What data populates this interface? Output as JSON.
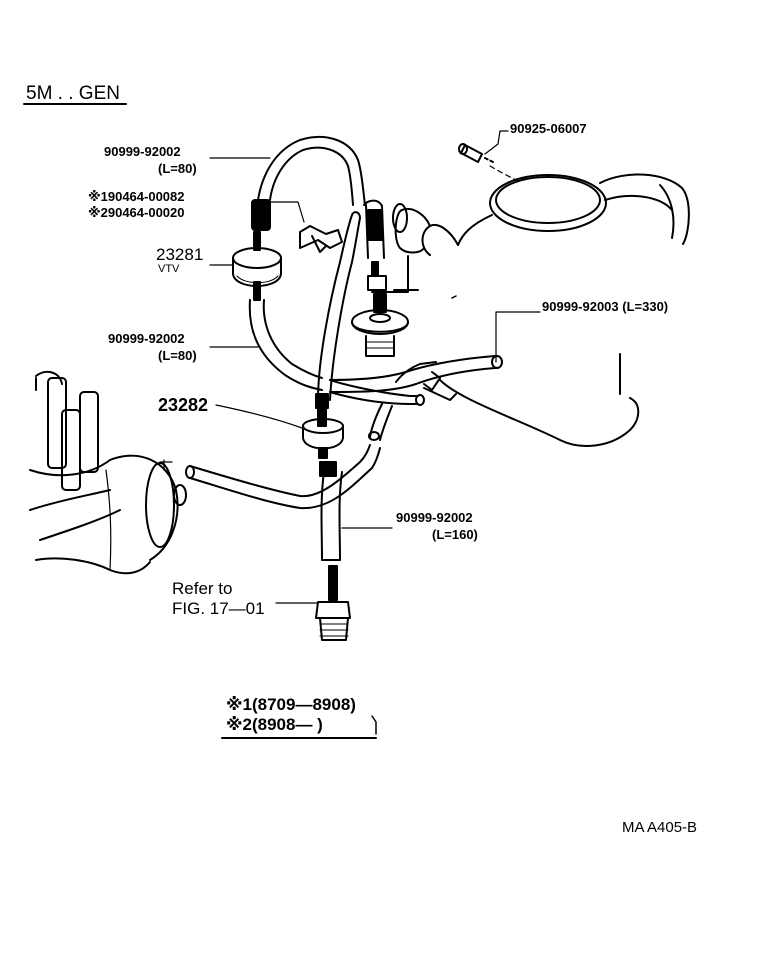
{
  "header": {
    "engine_label": "5M . . GEN"
  },
  "parts": {
    "hose_top": {
      "number": "90999-92002",
      "length": "(L=80)"
    },
    "plug": {
      "number": "90925-06007"
    },
    "clamp": {
      "number_1": "※190464-00082",
      "number_2": "※290464-00020"
    },
    "vtv": {
      "number": "23281",
      "name": "VTV"
    },
    "hose_mid": {
      "number": "90999-92002",
      "length": "(L=80)"
    },
    "hose_long": {
      "number": "90999-92003 (L=330)"
    },
    "valve": {
      "number": "23282"
    },
    "hose_bottom": {
      "number": "90999-92002",
      "length": "(L=160)"
    },
    "refer": {
      "line1": "Refer to",
      "line2": "FIG. 17—01"
    }
  },
  "legend": {
    "line1": "※1(8709—8908)",
    "line2": "※2(8908—        )"
  },
  "footer": {
    "code": "MA  A405-B"
  }
}
